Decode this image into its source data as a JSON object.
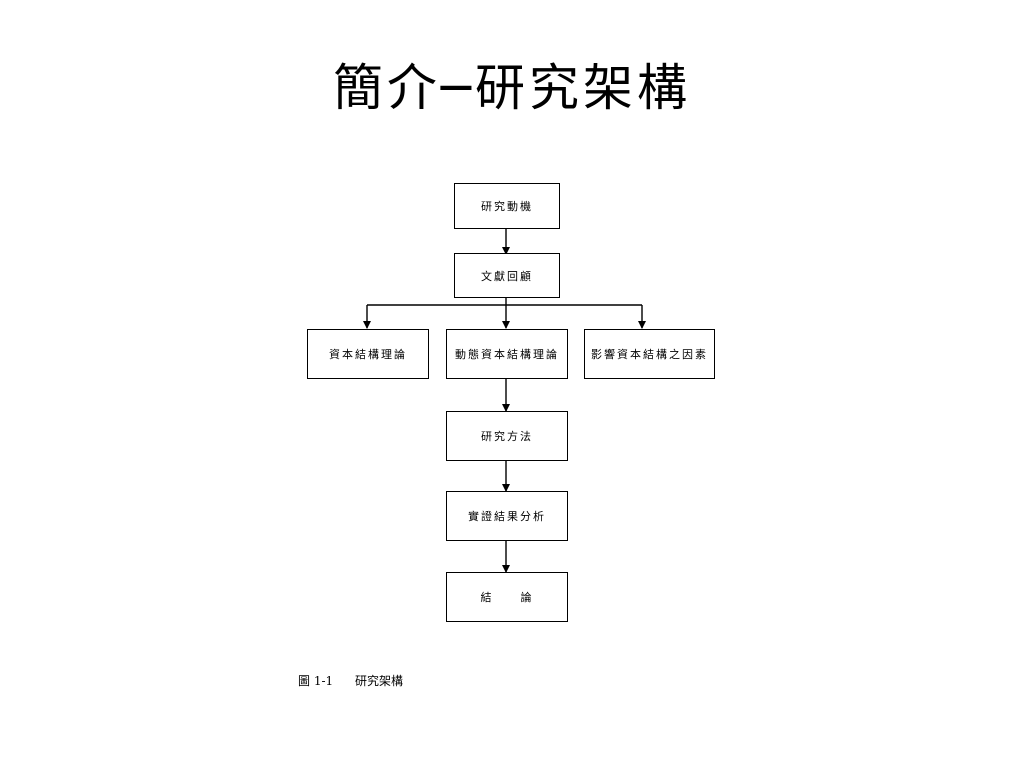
{
  "slide": {
    "title": "簡介─研究架構"
  },
  "flowchart": {
    "motivation": "研究動機",
    "literature_review": "文獻回顧",
    "capital_structure_theory": "資本結構理論",
    "dynamic_capital_structure_theory": "動態資本結構理論",
    "influencing_factors": "影響資本結構之因素",
    "research_method": "研究方法",
    "empirical_analysis": "實證結果分析",
    "conclusion_left": "結",
    "conclusion_right": "論"
  },
  "caption": {
    "number": "圖 1-1",
    "text": "研究架構"
  }
}
